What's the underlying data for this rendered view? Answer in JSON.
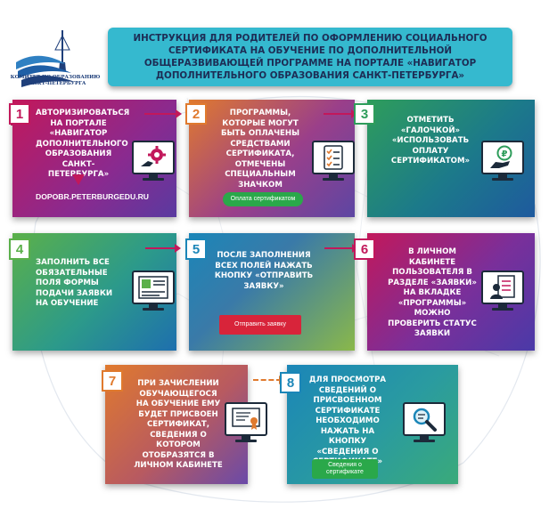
{
  "logo": {
    "caption": "КОМИТЕТ ПО ОБРАЗОВАНИЮ\nСАНКТ-ПЕТЕРБУРГА"
  },
  "title": "ИНСТРУКЦИЯ ДЛЯ РОДИТЕЛЕЙ ПО ОФОРМЛЕНИЮ СОЦИАЛЬНОГО СЕРТИФИКАТА НА ОБУЧЕНИЕ ПО ДОПОЛНИТЕЛЬНОЙ ОБЩЕРАЗВИВАЮЩЕЙ ПРОГРАММЕ НА ПОРТАЛЕ «НАВИГАТОР ДОПОЛНИТЕЛЬНОГО ОБРАЗОВАНИЯ САНКТ-ПЕТЕРБУРГА»",
  "steps": [
    {
      "num": "1",
      "text": "АВТОРИЗИРОВАТЬСЯ НА ПОРТАЛЕ «НАВИГАТОР ДОПОЛНИТЕЛЬНОГО ОБРАЗОВАНИЯ САНКТ-ПЕТЕРБУРГА»",
      "url": "DOPOBR.PETERBURGEDU.RU",
      "icon": "gear-hand-icon",
      "num_color": "#c2185b"
    },
    {
      "num": "2",
      "text": "ПРОГРАММЫ, КОТОРЫЕ МОГУТ БЫТЬ ОПЛАЧЕНЫ СРЕДСТВАМИ СЕРТИФИКАТА, ОТМЕЧЕНЫ СПЕЦИАЛЬНЫМ ЗНАЧКОМ",
      "button": "Оплата сертификатом",
      "icon": "checklist-icon",
      "num_color": "#e07a2e"
    },
    {
      "num": "3",
      "text": "ОТМЕТИТЬ «ГАЛОЧКОЙ» «ИСПОЛЬЗОВАТЬ ОПЛАТУ СЕРТИФИКАТОМ»",
      "icon": "ruble-hand-icon",
      "num_color": "#2e9d5b"
    },
    {
      "num": "4",
      "text": "ЗАПОЛНИТЬ ВСЕ ОБЯЗАТЕЛЬНЫЕ ПОЛЯ ФОРМЫ ПОДАЧИ ЗАЯВКИ НА ОБУЧЕНИЕ",
      "icon": "form-icon",
      "num_color": "#5bb04a"
    },
    {
      "num": "5",
      "text": "ПОСЛЕ ЗАПОЛНЕНИЯ ВСЕХ ПОЛЕЙ НАЖАТЬ КНОПКУ «ОТПРАВИТЬ ЗАЯВКУ»",
      "button": "Отправить заявку",
      "num_color": "#1b86b8"
    },
    {
      "num": "6",
      "text": "В ЛИЧНОМ КАБИНЕТЕ ПОЛЬЗОВАТЕЛЯ В РАЗДЕЛЕ «ЗАЯВКИ» НА ВКЛАДКЕ «ПРОГРАММЫ» МОЖНО ПРОВЕРИТЬ СТАТУС ЗАЯВКИ",
      "icon": "user-document-icon",
      "num_color": "#c2185b"
    },
    {
      "num": "7",
      "text": "ПРИ ЗАЧИСЛЕНИИ ОБУЧАЮЩЕГОСЯ НА ОБУЧЕНИЕ ЕМУ БУДЕТ ПРИСВОЕН СЕРТИФИКАТ, СВЕДЕНИЯ О КОТОРОМ ОТОБРАЗЯТСЯ В ЛИЧНОМ КАБИНЕТЕ",
      "icon": "certificate-icon",
      "num_color": "#e07a2e"
    },
    {
      "num": "8",
      "text": "ДЛЯ ПРОСМОТРА СВЕДЕНИЙ О ПРИСВОЕННОМ СЕРТИФИКАТЕ НЕОБХОДИМО НАЖАТЬ НА КНОПКУ «СВЕДЕНИЯ О СЕРТИФИКАТЕ»",
      "button": "Сведения о сертификате",
      "icon": "magnifier-icon",
      "num_color": "#1b86b8"
    }
  ]
}
